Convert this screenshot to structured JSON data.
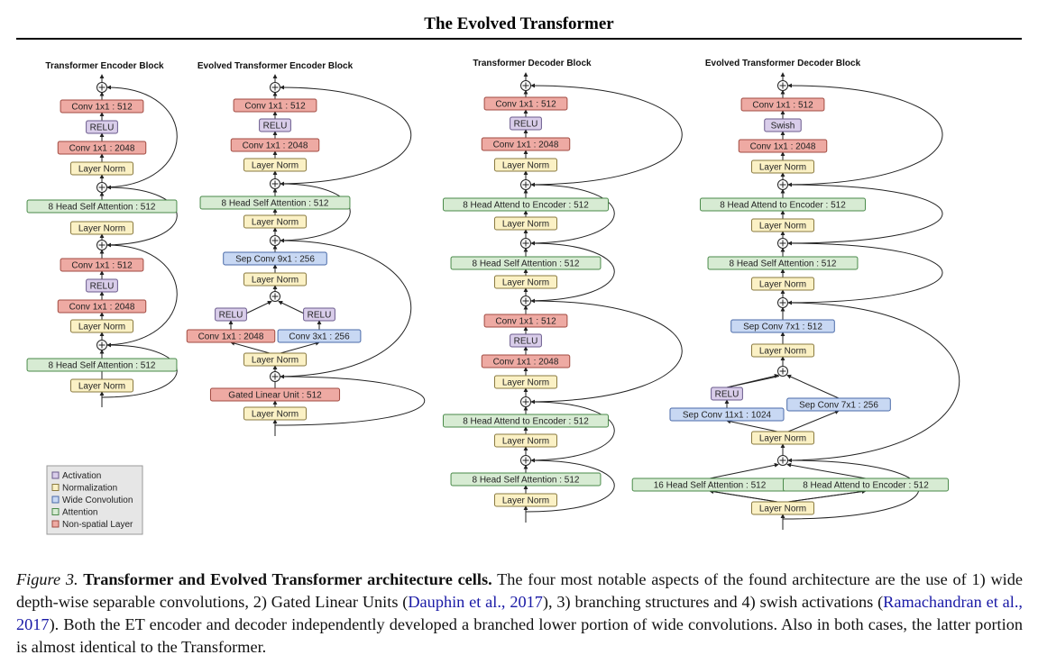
{
  "header": {
    "title": "The Evolved Transformer"
  },
  "colors": {
    "activation": "#d9cdea",
    "normalization": "#fbf1c5",
    "wide_convolution": "#c8d8f3",
    "attention": "#d7ebd3",
    "non_spatial": "#eeaaa3"
  },
  "blocks": [
    {
      "title": "Transformer Encoder Block",
      "nodes": [
        {
          "label": "Conv 1x1 : 512",
          "type": "non_spatial"
        },
        {
          "label": "RELU",
          "type": "activation"
        },
        {
          "label": "Conv 1x1 : 2048",
          "type": "non_spatial"
        },
        {
          "label": "Layer Norm",
          "type": "normalization"
        },
        {
          "label": "8 Head Self Attention : 512",
          "type": "attention"
        },
        {
          "label": "Layer Norm",
          "type": "normalization"
        },
        {
          "label": "Conv 1x1 : 512",
          "type": "non_spatial"
        },
        {
          "label": "RELU",
          "type": "activation"
        },
        {
          "label": "Conv 1x1 : 2048",
          "type": "non_spatial"
        },
        {
          "label": "Layer Norm",
          "type": "normalization"
        },
        {
          "label": "8 Head Self Attention : 512",
          "type": "attention"
        },
        {
          "label": "Layer Norm",
          "type": "normalization"
        }
      ]
    },
    {
      "title": "Evolved Transformer Encoder Block",
      "nodes": [
        {
          "label": "Conv 1x1 : 512",
          "type": "non_spatial"
        },
        {
          "label": "RELU",
          "type": "activation"
        },
        {
          "label": "Conv 1x1 : 2048",
          "type": "non_spatial"
        },
        {
          "label": "Layer Norm",
          "type": "normalization"
        },
        {
          "label": "8 Head Self Attention : 512",
          "type": "attention"
        },
        {
          "label": "Layer Norm",
          "type": "normalization"
        },
        {
          "label": "Sep Conv 9x1 : 256",
          "type": "wide_convolution"
        },
        {
          "label": "Layer Norm",
          "type": "normalization"
        },
        {
          "label": "RELU",
          "type": "activation"
        },
        {
          "label": "RELU",
          "type": "activation"
        },
        {
          "label": "Conv 1x1 : 2048",
          "type": "non_spatial"
        },
        {
          "label": "Conv 3x1 : 256",
          "type": "wide_convolution"
        },
        {
          "label": "Layer Norm",
          "type": "normalization"
        },
        {
          "label": "Gated Linear Unit : 512",
          "type": "non_spatial"
        },
        {
          "label": "Layer Norm",
          "type": "normalization"
        }
      ]
    },
    {
      "title": "Transformer Decoder Block",
      "nodes": [
        {
          "label": "Conv 1x1 : 512",
          "type": "non_spatial"
        },
        {
          "label": "RELU",
          "type": "activation"
        },
        {
          "label": "Conv 1x1 : 2048",
          "type": "non_spatial"
        },
        {
          "label": "Layer Norm",
          "type": "normalization"
        },
        {
          "label": "8 Head Attend to Encoder : 512",
          "type": "attention"
        },
        {
          "label": "Layer Norm",
          "type": "normalization"
        },
        {
          "label": "8 Head Self Attention : 512",
          "type": "attention"
        },
        {
          "label": "Layer Norm",
          "type": "normalization"
        },
        {
          "label": "Conv 1x1 : 512",
          "type": "non_spatial"
        },
        {
          "label": "RELU",
          "type": "activation"
        },
        {
          "label": "Conv 1x1 : 2048",
          "type": "non_spatial"
        },
        {
          "label": "Layer Norm",
          "type": "normalization"
        },
        {
          "label": "8 Head Attend to Encoder : 512",
          "type": "attention"
        },
        {
          "label": "Layer Norm",
          "type": "normalization"
        },
        {
          "label": "8 Head Self Attention : 512",
          "type": "attention"
        },
        {
          "label": "Layer Norm",
          "type": "normalization"
        }
      ]
    },
    {
      "title": "Evolved Transformer Decoder Block",
      "nodes": [
        {
          "label": "Conv 1x1 : 512",
          "type": "non_spatial"
        },
        {
          "label": "Swish",
          "type": "activation"
        },
        {
          "label": "Conv 1x1 : 2048",
          "type": "non_spatial"
        },
        {
          "label": "Layer Norm",
          "type": "normalization"
        },
        {
          "label": "8 Head Attend to Encoder : 512",
          "type": "attention"
        },
        {
          "label": "Layer Norm",
          "type": "normalization"
        },
        {
          "label": "8 Head Self Attention : 512",
          "type": "attention"
        },
        {
          "label": "Layer Norm",
          "type": "normalization"
        },
        {
          "label": "Sep Conv 7x1 : 512",
          "type": "wide_convolution"
        },
        {
          "label": "Layer Norm",
          "type": "normalization"
        },
        {
          "label": "RELU",
          "type": "activation"
        },
        {
          "label": "Sep Conv 11x1 : 1024",
          "type": "wide_convolution"
        },
        {
          "label": "Sep Conv 7x1 : 256",
          "type": "wide_convolution"
        },
        {
          "label": "Layer Norm",
          "type": "normalization"
        },
        {
          "label": "16 Head Self Attention : 512",
          "type": "attention"
        },
        {
          "label": "8 Head Attend to Encoder : 512",
          "type": "attention"
        },
        {
          "label": "Layer Norm",
          "type": "normalization"
        }
      ]
    }
  ],
  "legend": [
    {
      "label": "Activation",
      "type": "activation"
    },
    {
      "label": "Normalization",
      "type": "normalization"
    },
    {
      "label": "Wide Convolution",
      "type": "wide_convolution"
    },
    {
      "label": "Attention",
      "type": "attention"
    },
    {
      "label": "Non-spatial Layer",
      "type": "non_spatial"
    }
  ],
  "caption": {
    "figure_label": "Figure 3.",
    "bold_title": "Transformer and Evolved Transformer architecture cells.",
    "text1": "The four most notable aspects of the found architecture are the use of 1) wide depth-wise separable convolutions, 2) Gated Linear Units (",
    "cite1": "Dauphin et al., 2017",
    "text2": "), 3) branching structures and 4) swish activations (",
    "cite2": "Ramachandran et al., 2017",
    "text3": "). Both the ET encoder and decoder independently developed a branched lower portion of wide convolutions. Also in both cases, the latter portion is almost identical to the Transformer."
  }
}
